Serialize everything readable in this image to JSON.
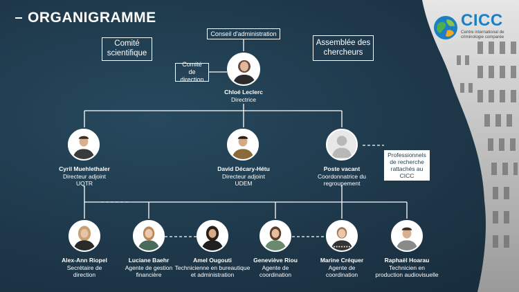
{
  "title": "ORGANIGRAMME",
  "logo": {
    "acronym": "CICC",
    "subtitle_line1": "Centre international de",
    "subtitle_line2": "criminologie comparée"
  },
  "boxes": {
    "conseil": "Conseil d'administration",
    "comite_scientifique_l1": "Comité",
    "comite_scientifique_l2": "scientifique",
    "assemblee_l1": "Assemblée des",
    "assemblee_l2": "chercheurs",
    "comite_direction_l1": "Comité de",
    "comite_direction_l2": "direction",
    "professionnels_l1": "Professionnels",
    "professionnels_l2": "de recherche",
    "professionnels_l3": "rattachés au",
    "professionnels_l4": "CICC"
  },
  "director": {
    "name": "Chloé Leclerc",
    "role": "Directrice"
  },
  "level2": [
    {
      "name": "Cyril Muehlethaler",
      "role1": "Directeur adjoint",
      "role2": "UQTR"
    },
    {
      "name": "David Décary-Hétu",
      "role1": "Directeur adjoint",
      "role2": "UDEM"
    },
    {
      "name": "Poste vacant",
      "role1": "Coordonnatrice du",
      "role2": "regroupement"
    }
  ],
  "staff": [
    {
      "name": "Alex-Ann Riopel",
      "role1": "Secrétaire de",
      "role2": "direction"
    },
    {
      "name": "Luciane Baehr",
      "role1": "Agente de gestion",
      "role2": "financière"
    },
    {
      "name": "Amel Ougouti",
      "role1": "Technicienne en bureautique",
      "role2": "et administration"
    },
    {
      "name": "Geneviève Riou",
      "role1": "Agente de",
      "role2": "coordination"
    },
    {
      "name": "Marine Créquer",
      "role1": "Agente de",
      "role2": "coordination"
    },
    {
      "name": "Raphaël Hoarau",
      "role1": "Technicien en",
      "role2": "production audiovisuelle"
    }
  ],
  "colors": {
    "background": "#1f3b4e",
    "accent": "#1c7fc3",
    "line": "#ffffff"
  }
}
